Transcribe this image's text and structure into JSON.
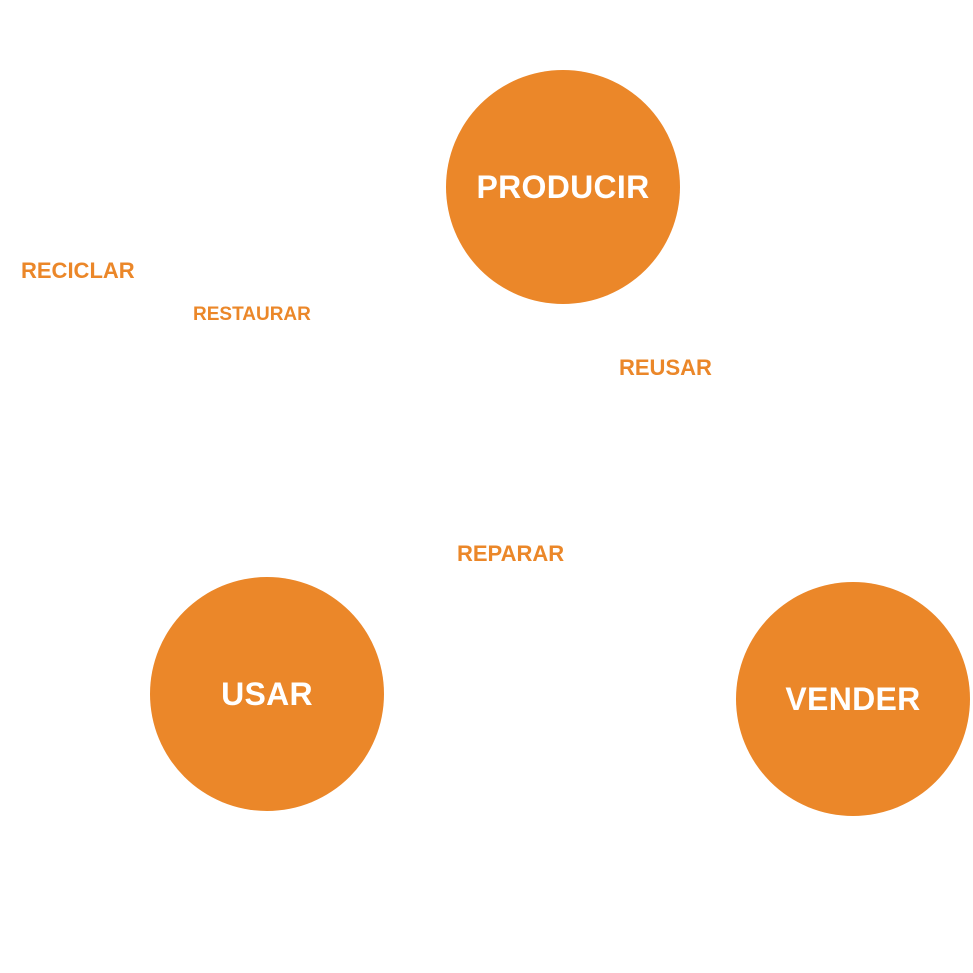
{
  "colors": {
    "accent": "#EB8729",
    "node_text": "#FFFFFF",
    "background": "#FFFFFF"
  },
  "nodes": [
    {
      "id": "producir",
      "label": "PRODUCIR"
    },
    {
      "id": "usar",
      "label": "USAR"
    },
    {
      "id": "vender",
      "label": "VENDER"
    }
  ],
  "actions": [
    {
      "id": "reciclar",
      "label": "RECICLAR"
    },
    {
      "id": "restaurar",
      "label": "RESTAURAR"
    },
    {
      "id": "reusar",
      "label": "REUSAR"
    },
    {
      "id": "reparar",
      "label": "REPARAR"
    }
  ]
}
